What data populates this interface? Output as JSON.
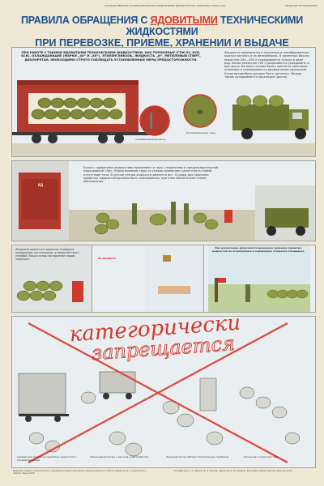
{
  "header": {
    "top_small": "ГОСУДАРСТВЕННОЕ ПОЛИГРАФИЧЕСКОЕ ПРЕДПРИЯТИЕ МИНИСТЕРСТВА ОБОРОНЫ СОЮЗА ССР",
    "top_right": "ПРОДАЖЕ НЕ ПОДЛЕЖИТ",
    "title_line1_a": "ПРАВИЛА ОБРАЩЕНИЯ С ",
    "title_line1_red": "ЯДОВИТЫМИ",
    "title_line1_b": " ТЕХНИЧЕСКИМИ ЖИДКОСТЯМИ",
    "title_line2": "ПРИ ПЕРЕВОЗКЕ, ПРИЕМЕ, ХРАНЕНИИ И ВЫДАЧЕ"
  },
  "panel1": {
    "intro": "ПРИ РАБОТЕ С ТАКИМИ ЯДОВИТЫМИ ТЕХНИЧЕСКИМИ ЖИДКОСТЯМИ, КАК ТОРМОЗНЫЕ (ГТЖ-22, БСК, БСК), ОХЛАЖДАЮЩИЕ (МАРКИ „40“ И „65“), ЭТИЛЕНГЛИКОЛЬ, ЖИДКОСТЬ „И“, МЕТИЛОВЫЙ СПИРТ, ДИХЛОРЭТАН, НЕОБХОДИМО СТРОГО СОБЛЮДАТЬ УСТАНОВЛЕННЫЕ МЕРЫ ПРЕДОСТОРОЖНОСТИ.",
    "right_text": "Жидкости перевозятся в железных и оплобированных крытых вагонах и на автомобилях. В железных бочках емкостью 200—250 л укладываются только в один ряд. Бочки емкостью 100 л разрешается укладывать в два яруса. Во всех случаях бочки крепятся прочными клиньями и упаковываются деревянными каркасами. Кузов автомобиля должен быть заполнен. Между тарою укладываются прокладки (доски).",
    "label_wagon": "пломбированный вагон",
    "label_barrels": "Оплобированные тары"
  },
  "panel2": {
    "text": "Бочки с ядовитыми жидкостями принимают в таре с надписями и предупредительной маркировкой «Яд». Перед приемом тары со склада проверяют целостность пломб, отсутствие течи. В случае утечки жидкости делается акт. Склады для хранения ядовитых жидкостей должны быть изолированы, при этом обязательно ставят обозначения.",
    "sign": "ЯД"
  },
  "panel3": {
    "text": "Жидкости хранятся в закрытых складских помещениях, на стеллажах, в закрытой таре с пломбой. Вход в склад посторонним лицам запрещен.",
    "sign": "НЕ ВХОДИТЬ",
    "caption_right": "Как исключение допускается временное хранение ядовитых жидкостей на огороженных и охраняемых открытых площадках."
  },
  "banner": {
    "line1": "категорически",
    "line2": "запрещается"
  },
  "panel4": {
    "captions": [
      "Совместная перевозка ядовитых жидкостей с продовольствием",
      "Сбрасывание бочек с вагонов и автомобилей",
      "Хранение бочек вблизи отопительных приборов",
      "Хранение в открытой таре"
    ]
  },
  "footer": {
    "left": "Издание Главного политического управления Советской Армии и Военно-Морского Флота. Редактор Ф. С. Подписано к печати. Заказ 1234.",
    "right": "Составители: А. А. Иванов, Б. Б. Петров. Художник В. В. Сидоров. Воениздат Министерства обороны СССР."
  },
  "colors": {
    "title_blue": "#1c4f8f",
    "accent_red": "#d0392e",
    "wagon_red": "#b23a2e",
    "barrel_green": "#7f8a3a",
    "panel_bg": "#e9eef0",
    "poster_bg": "#efe8d4"
  }
}
